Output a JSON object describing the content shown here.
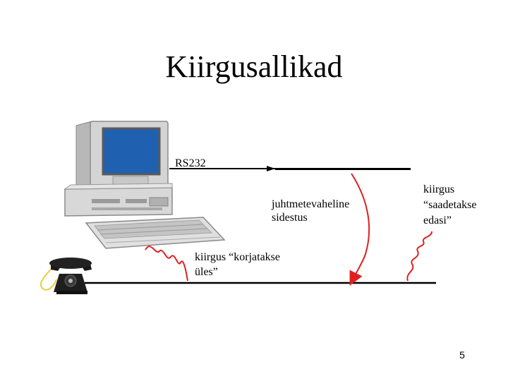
{
  "slide": {
    "title": "Kiirgusallikad",
    "page_number": "5"
  },
  "labels": {
    "rs232": "RS232",
    "wired_line1": "juhtmetevaheline",
    "wired_line2": "sidestus",
    "forward_line1": "kiirgus",
    "forward_line2": "“saadetakse",
    "forward_line3": "edasi”",
    "pickup_line1": "kiirgus “korjatakse",
    "pickup_line2": "üles”"
  },
  "colors": {
    "wave": "#e02020",
    "line": "#000000",
    "cord": "#e8d040"
  },
  "icons": {
    "computer": "desktop-computer-icon",
    "telephone": "rotary-telephone-icon"
  }
}
